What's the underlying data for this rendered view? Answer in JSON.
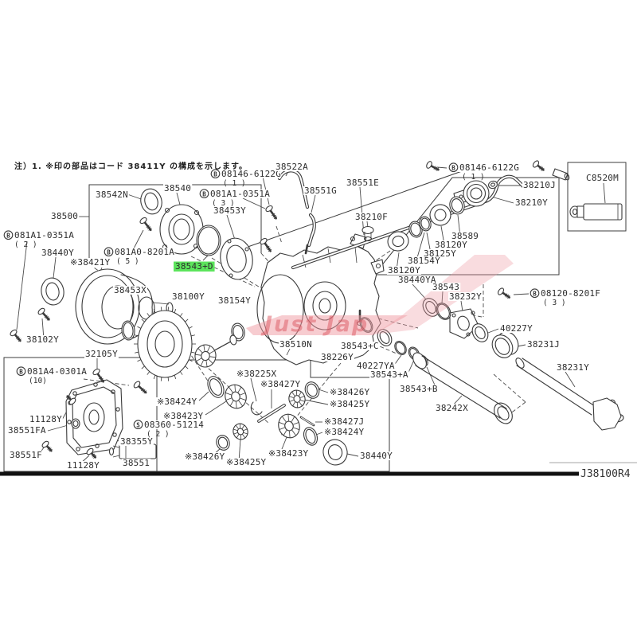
{
  "page": {
    "note": "注）1. ※印の部品はコード 38411Y の構成を示します。",
    "diagram_code": "J38100R4",
    "watermark_text": "Just Jap",
    "bg_color": "#ffffff",
    "line_color": "#3a3a3a",
    "watermark_color": "#dd5761",
    "highlight_bg": "#5ce45c",
    "highlight_text": "#46600a"
  },
  "labels": [
    {
      "prefix": "B",
      "text": "08146-6122G",
      "qty": "( 1 )"
    },
    {
      "text": "38522A"
    },
    {
      "text": "38542N"
    },
    {
      "text": "38540"
    },
    {
      "prefix": "B",
      "text": "081A1-0351A",
      "qty": "( 3 )"
    },
    {
      "text": "38453Y"
    },
    {
      "text": "38500"
    },
    {
      "prefix": "B",
      "text": "081A1-0351A",
      "qty": "( 2 )"
    },
    {
      "text": "38440Y"
    },
    {
      "prefix": "B",
      "text": "081A0-8201A",
      "qty": "( 5 )"
    },
    {
      "text": "※38421Y"
    },
    {
      "text": "38543+D",
      "highlight": true
    },
    {
      "text": "38453X"
    },
    {
      "text": "38100Y"
    },
    {
      "text": "38154Y"
    },
    {
      "text": "38551G"
    },
    {
      "text": "38551E"
    },
    {
      "text": "38210F"
    },
    {
      "prefix": "B",
      "text": "08146-6122G",
      "qty": "( 1 )"
    },
    {
      "text": "38210J"
    },
    {
      "text": "38210Y"
    },
    {
      "text": "C8520M"
    },
    {
      "text": "38589"
    },
    {
      "text": "38120Y"
    },
    {
      "text": "38125Y"
    },
    {
      "text": "38154Y"
    },
    {
      "text": "38120Y"
    },
    {
      "text": "38440YA"
    },
    {
      "text": "38543"
    },
    {
      "text": "38232Y"
    },
    {
      "prefix": "B",
      "text": "08120-8201F",
      "qty": "( 3 )"
    },
    {
      "text": "40227Y"
    },
    {
      "text": "38231J"
    },
    {
      "text": "38231Y"
    },
    {
      "text": "38510N"
    },
    {
      "text": "38543+C"
    },
    {
      "text": "38226Y"
    },
    {
      "text": "40227YA"
    },
    {
      "text": "38543+A"
    },
    {
      "text": "38543+B"
    },
    {
      "text": "38242X"
    },
    {
      "text": "38102Y"
    },
    {
      "text": "32105Y"
    },
    {
      "prefix": "B",
      "text": "081A4-0301A",
      "qty": "(10)"
    },
    {
      "text": "11128Y"
    },
    {
      "text": "38551FA"
    },
    {
      "text": "38551F"
    },
    {
      "text": "11128Y"
    },
    {
      "text": "38355Y"
    },
    {
      "prefix": "S",
      "text": "08360-51214",
      "qty": "( 2 )"
    },
    {
      "text": "38551"
    },
    {
      "text": "※38424Y"
    },
    {
      "text": "※38423Y"
    },
    {
      "text": "※38225X"
    },
    {
      "text": "※38427Y"
    },
    {
      "text": "※38426Y"
    },
    {
      "text": "※38425Y"
    },
    {
      "text": "※38427J"
    },
    {
      "text": "※38424Y"
    },
    {
      "text": "38440Y"
    },
    {
      "text": "※38426Y"
    },
    {
      "text": "※38425Y"
    },
    {
      "text": "※38423Y"
    }
  ]
}
